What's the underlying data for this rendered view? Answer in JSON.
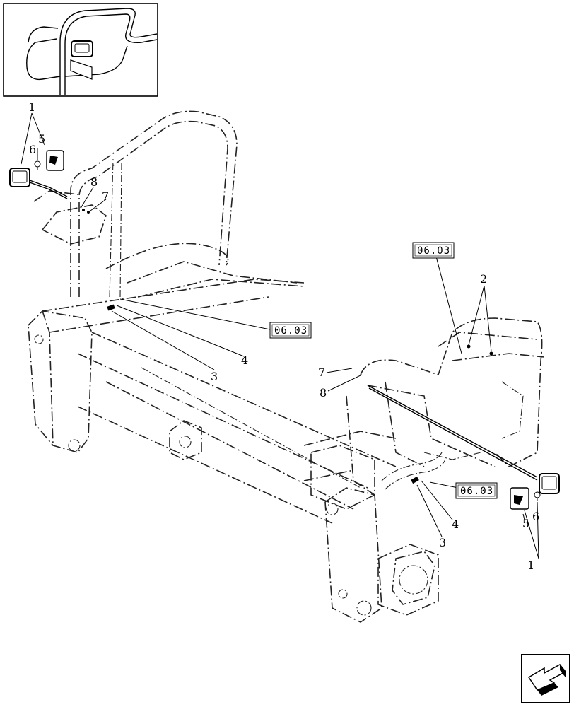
{
  "callouts": {
    "left_1": "1",
    "left_5": "5",
    "left_6": "6",
    "left_8": "8",
    "left_7": "7",
    "mid_3": "3",
    "mid_4": "4",
    "right_2": "2",
    "right_7": "7",
    "right_8": "8",
    "right_4": "4",
    "right_3": "3",
    "right_5": "5",
    "right_6": "6",
    "right_1": "1"
  },
  "references": {
    "ref_center": "06.03",
    "ref_top_right": "06.03",
    "ref_bottom_right": "06.03"
  },
  "icons": {
    "inset": "detail-view-icon",
    "nav": "navigation-arrow-icon"
  }
}
